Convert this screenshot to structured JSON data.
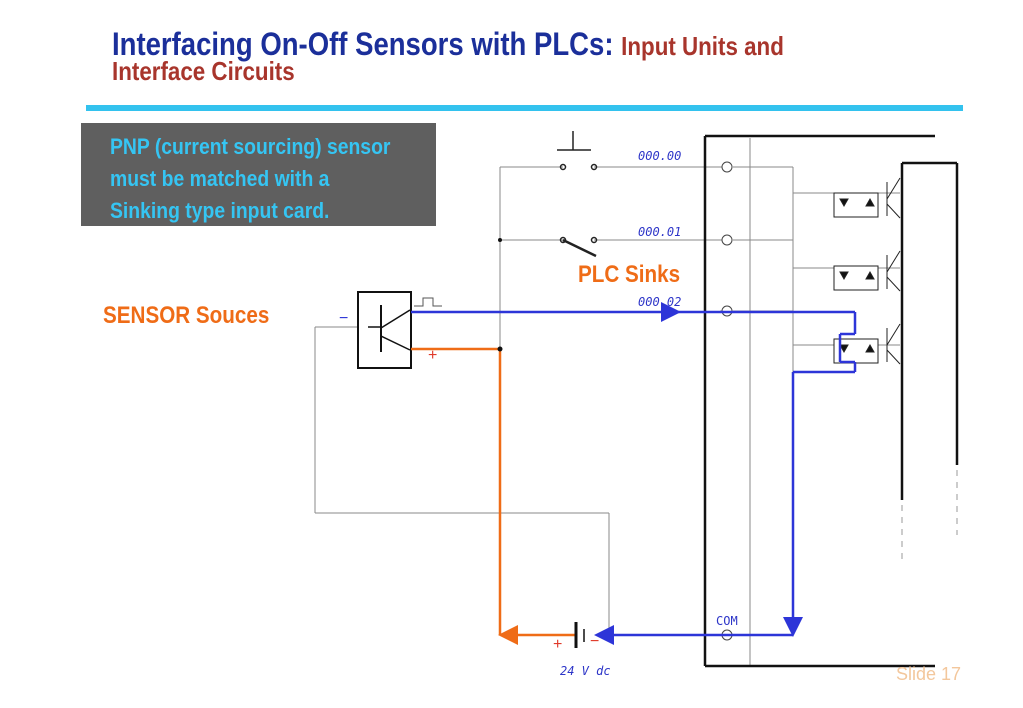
{
  "slide": {
    "title_main": "Interfacing On-Off Sensors with PLCs:",
    "title_sub_part1": "Input Units and",
    "title_sub_part2": "Interface Circuits",
    "note": "PNP (current sourcing) sensor\nmust be matched with a\nSinking type input card.",
    "sensor_label": "SENSOR Souces",
    "plc_label": "PLC Sinks",
    "footer_partial": "Slide 17"
  },
  "circuit": {
    "inputs": [
      "000.00",
      "000.01",
      "000.02"
    ],
    "com_label": "COM",
    "supply_label": "24  V  dc",
    "plus_sign": "+",
    "minus_sign": "−"
  },
  "colors": {
    "title_blue": "#1b2f9a",
    "title_red": "#a8352c",
    "accent_cyan": "#33c2ee",
    "note_bg": "#5f5f5f",
    "note_text": "#35c5f3",
    "orange": "#ef6c17",
    "wire_blue": "#2d35d8",
    "wire_gray": "#8a8a8a"
  }
}
